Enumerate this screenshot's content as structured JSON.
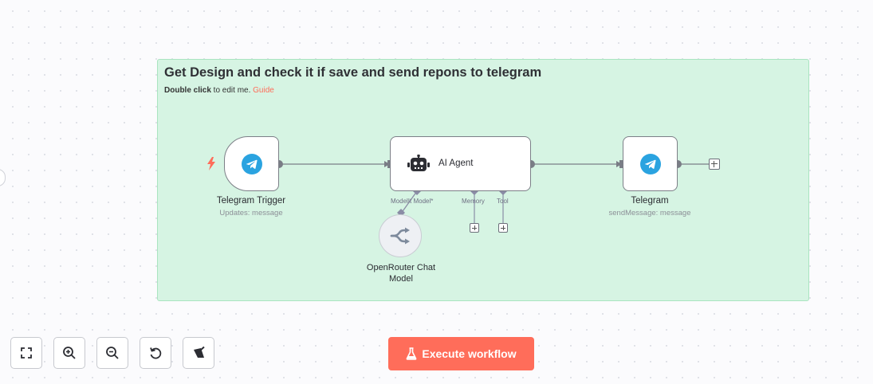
{
  "sticky_note": {
    "title": "Get Design and check it if save and send repons to telegram",
    "hint_bold": "Double click",
    "hint_text": " to edit me. ",
    "hint_link": "Guide"
  },
  "nodes": {
    "telegram_trigger": {
      "label": "Telegram Trigger",
      "subtitle": "Updates: message",
      "icon": "telegram-icon"
    },
    "ai_agent": {
      "label": "AI Agent",
      "icon": "robot-icon"
    },
    "telegram": {
      "label": "Telegram",
      "subtitle": "sendMessage: message",
      "icon": "telegram-icon"
    },
    "openrouter": {
      "label": "OpenRouter Chat Model",
      "icon": "openrouter-icon"
    }
  },
  "agent_ports": {
    "model": "ModelIt Model*",
    "memory": "Memory",
    "tool": "Tool"
  },
  "toolbar": {
    "execute_label": "Execute workflow"
  },
  "colors": {
    "accent": "#ff6d5a",
    "sticky_bg": "#d6f4e3",
    "telegram": "#2aa3e0"
  }
}
